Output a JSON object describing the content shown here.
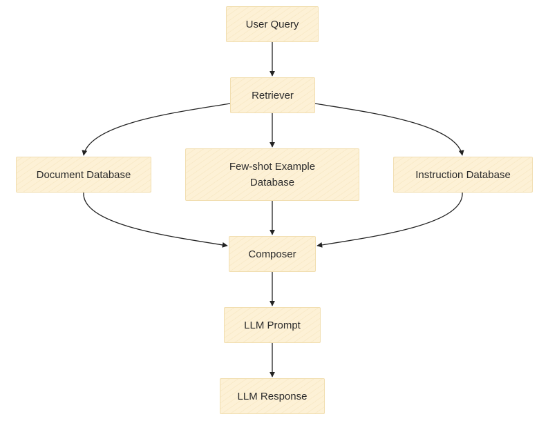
{
  "nodes": {
    "user_query": "User Query",
    "retriever": "Retriever",
    "document_database": "Document Database",
    "few_shot_example_database": "Few-shot Example Database",
    "instruction_database": "Instruction Database",
    "composer": "Composer",
    "llm_prompt": "LLM Prompt",
    "llm_response": "LLM Response"
  },
  "edges": [
    {
      "from": "user_query",
      "to": "retriever"
    },
    {
      "from": "retriever",
      "to": "document_database"
    },
    {
      "from": "retriever",
      "to": "few_shot_example_database"
    },
    {
      "from": "retriever",
      "to": "instruction_database"
    },
    {
      "from": "document_database",
      "to": "composer"
    },
    {
      "from": "few_shot_example_database",
      "to": "composer"
    },
    {
      "from": "instruction_database",
      "to": "composer"
    },
    {
      "from": "composer",
      "to": "llm_prompt"
    },
    {
      "from": "llm_prompt",
      "to": "llm_response"
    }
  ],
  "colors": {
    "node_fill": "#fdf1d6",
    "node_border": "#f1deb0",
    "edge": "#222222",
    "text": "#2b2b2b"
  }
}
